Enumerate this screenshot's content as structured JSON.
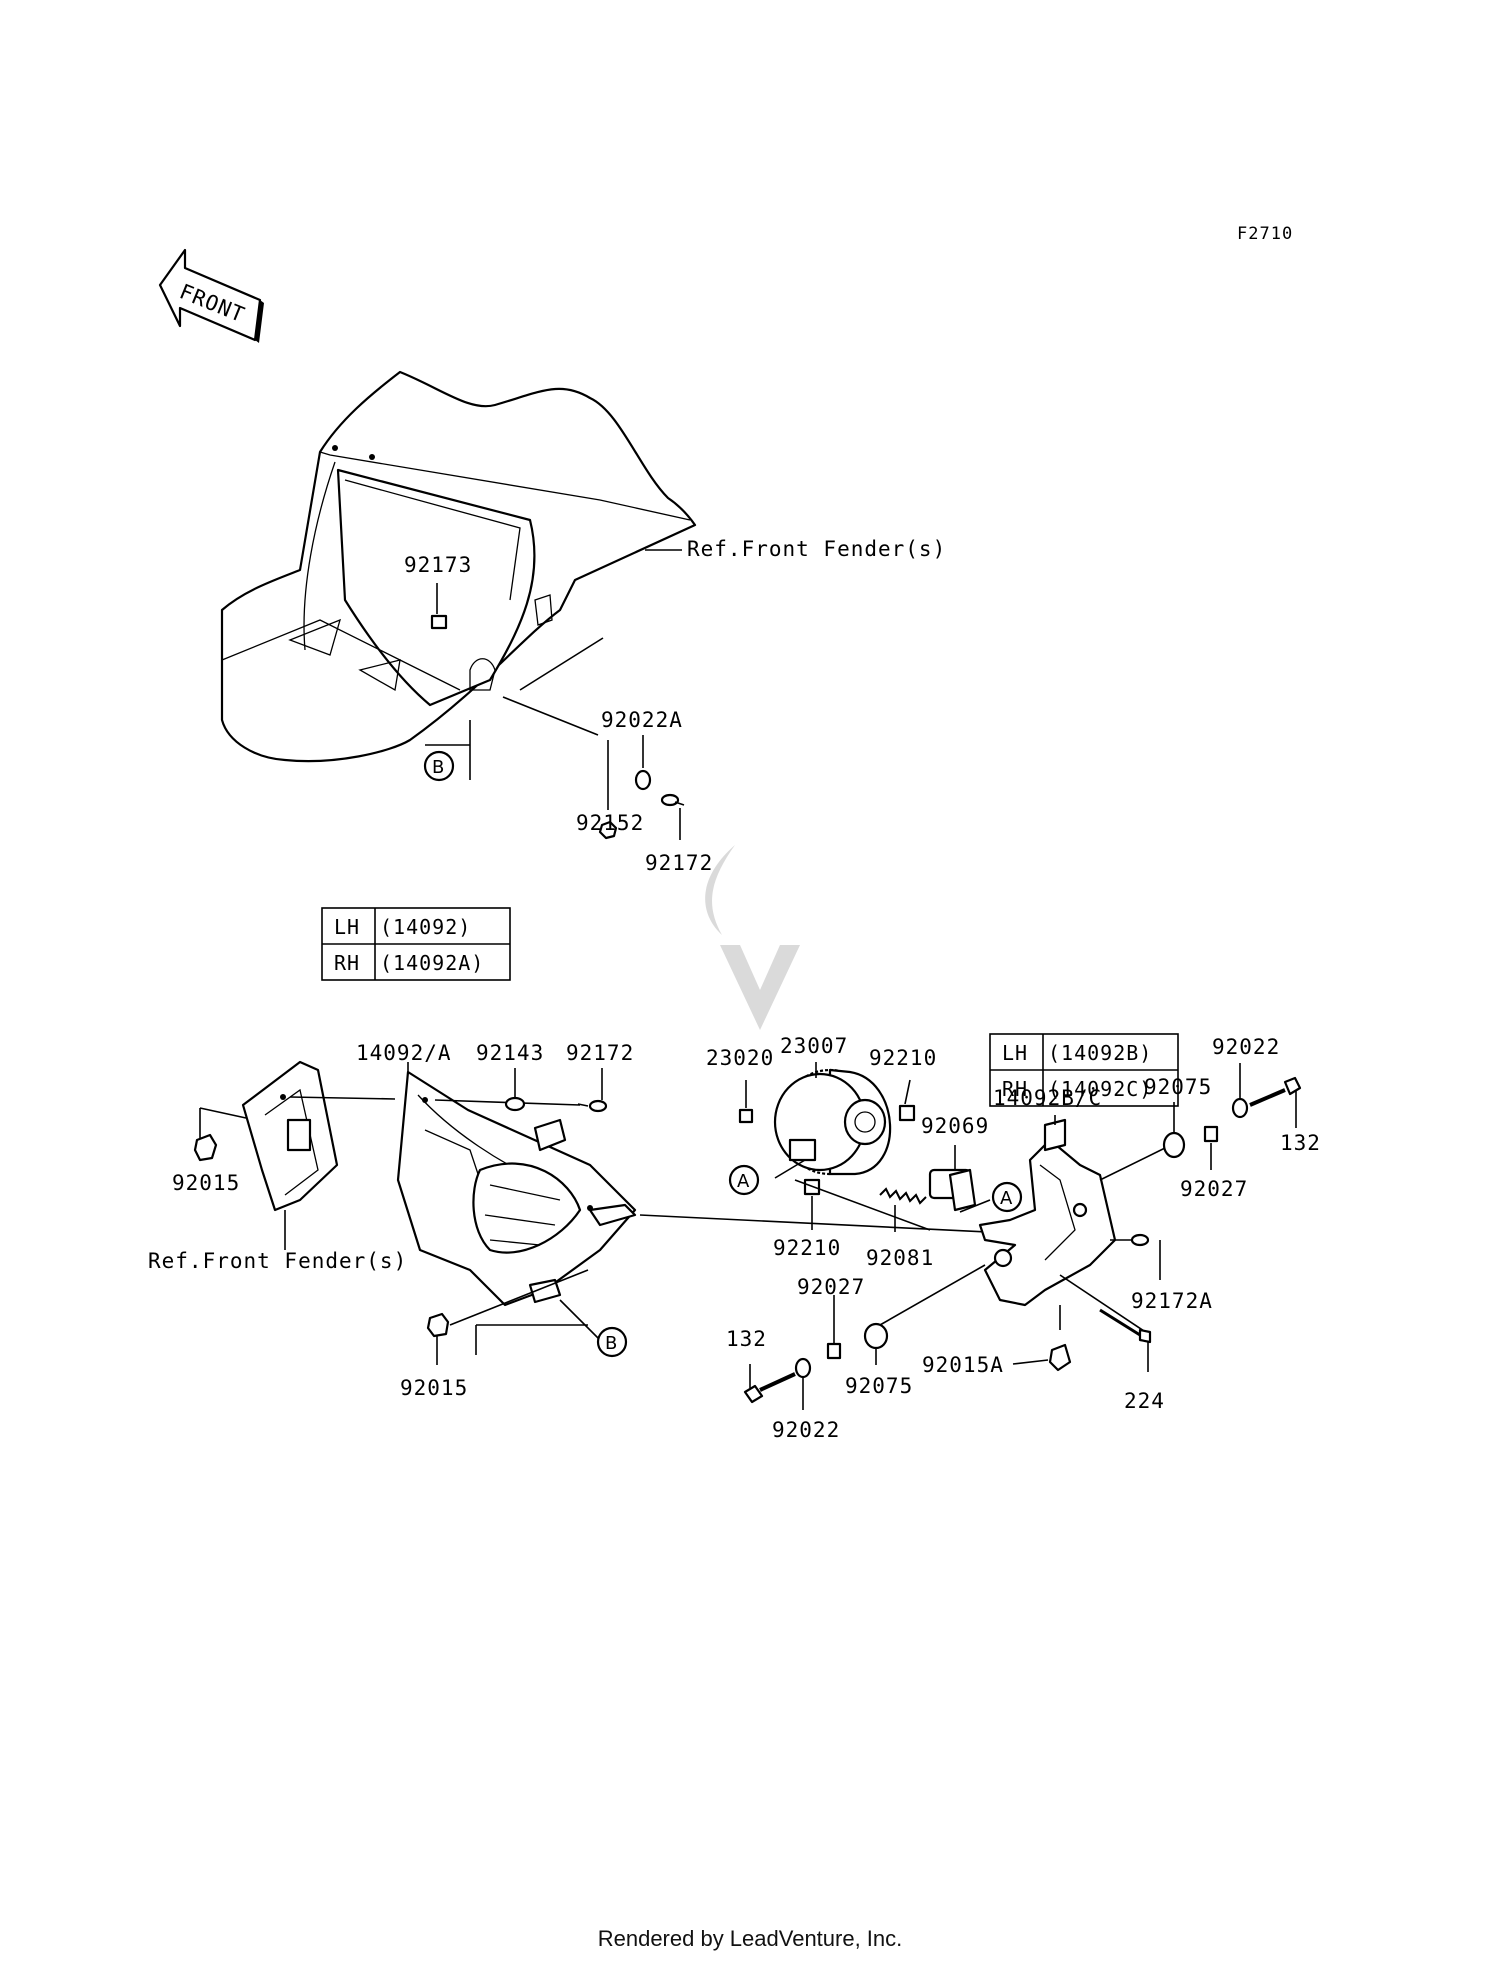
{
  "figure_code": "F2710",
  "front_arrow": {
    "text": "FRONT",
    "icon": "front-direction-arrow-icon"
  },
  "references": {
    "front_fender_top": "Ref.Front Fender(s)",
    "front_fender_left": "Ref.Front Fender(s)"
  },
  "callouts": {
    "a": "A",
    "b": "B"
  },
  "table_left": {
    "rows": [
      {
        "side": "LH",
        "part": "(14092)"
      },
      {
        "side": "RH",
        "part": "(14092A)"
      }
    ]
  },
  "table_right": {
    "rows": [
      {
        "side": "LH",
        "part": "(14092B)"
      },
      {
        "side": "RH",
        "part": "(14092C)"
      }
    ]
  },
  "parts": {
    "p92173": "92173",
    "p92022A": "92022A",
    "p92152": "92152",
    "p92172_top": "92172",
    "p14092A": "14092/A",
    "p92143": "92143",
    "p92172_mid": "92172",
    "p92015_left": "92015",
    "p92015_bottom": "92015",
    "p23020": "23020",
    "p23007": "23007",
    "p92210_top": "92210",
    "p92069": "92069",
    "p92210_bottom": "92210",
    "p92081": "92081",
    "p14092BC": "14092B/C",
    "p92022_right": "92022",
    "p92075_right": "92075",
    "p132_right": "132",
    "p92027_right": "92027",
    "p92172A": "92172A",
    "p92027_left": "92027",
    "p132_left": "132",
    "p92075_left": "92075",
    "p92015A": "92015A",
    "p224": "224",
    "p92022_left": "92022"
  },
  "footer": "Rendered by LeadVenture, Inc."
}
